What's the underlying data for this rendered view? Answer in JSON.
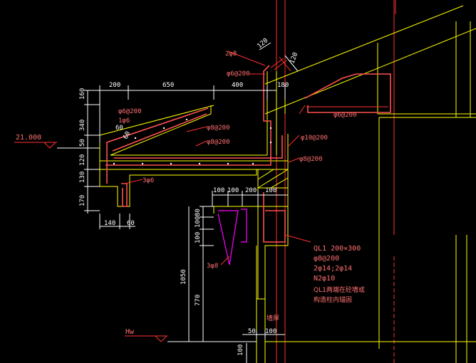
{
  "elevation": {
    "level": "21.000",
    "hw": "Hw"
  },
  "dims_top": [
    "200",
    "650",
    "400",
    "180"
  ],
  "dims_left": [
    "160",
    "340",
    "50",
    "120",
    "130",
    "170"
  ],
  "dims_bottom": [
    "140",
    "60"
  ],
  "dims_inset": [
    "60",
    "60"
  ],
  "dims_beam_top": [
    "100",
    "100",
    "200",
    "100"
  ],
  "dims_beam_left": [
    "80",
    "100",
    "100"
  ],
  "dims_wall": [
    "1050",
    "770"
  ],
  "dims_lower": [
    "50",
    "100",
    "100"
  ],
  "dims_lower_note": "墙厚",
  "dims_roof": [
    "120",
    "120"
  ],
  "rebar": {
    "r1": "2φ8",
    "r2": "φ6@200",
    "r3": "φ6@200",
    "r4": "1φ6",
    "r5": "φ8@200",
    "r6": "φ8@200",
    "r7": "φ10@200",
    "r8": "φ8@200",
    "r9": "3φ6",
    "r10": "3φ8",
    "r11": "φ6@200"
  },
  "beam_note": {
    "line1": "QL1 200×300",
    "line2": "φ8@200",
    "line3": "2φ14;2φ14",
    "line4": "N2φ10",
    "line5": "QL1两端在砼墙或",
    "line6": "构造柱内锚固"
  },
  "colors": {
    "bg": "#000000",
    "dim": "#ffffff",
    "text": "#ff7070",
    "concrete": "#ffff00",
    "rebar": "#ff3030",
    "stirrup": "#ff00ff",
    "axis": "#ff3030"
  }
}
